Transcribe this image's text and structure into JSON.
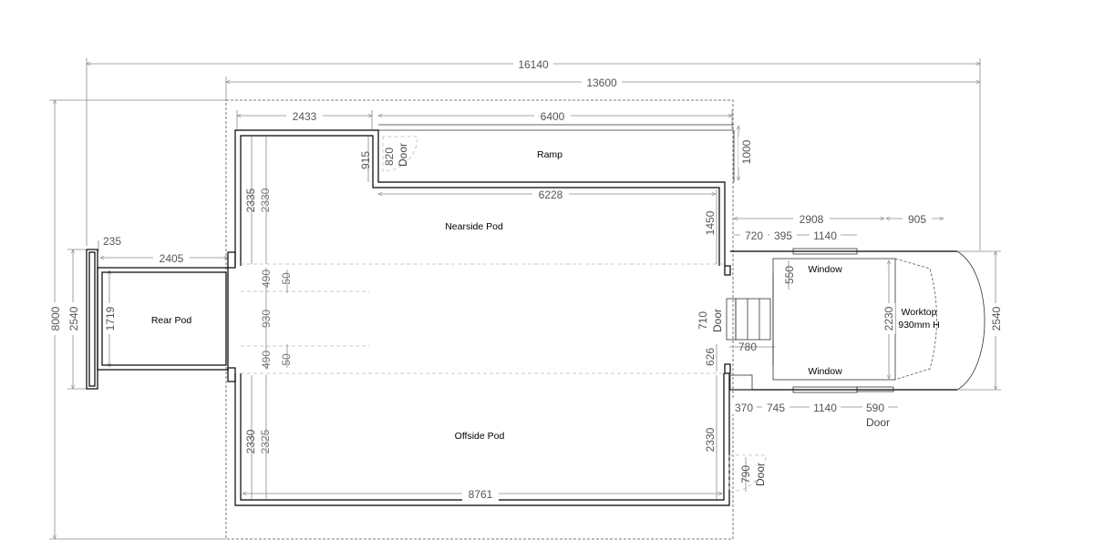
{
  "dimensions": {
    "overall_length": "16140",
    "body_length": "13600",
    "front_section": "2433",
    "ramp_length": "6400",
    "ramp_inner": "6228",
    "nearside_pod_width": "8761",
    "rear_pod_depth": "235",
    "rear_pod_length": "2405",
    "overall_width": "8000",
    "rear_pod_width": "2540",
    "rear_pod_inner": "1719",
    "ramp_width": "1000",
    "ramp_step": "915",
    "door_width_top": "820",
    "nearside_height_outer": "2335",
    "nearside_height_inner": "2330",
    "corridor_a": "490",
    "corridor_b": "50",
    "corridor_c": "930",
    "corridor_d": "490",
    "corridor_e": "50",
    "offside_height_outer": "2330",
    "offside_height_inner": "2325",
    "nearside_right": "1450",
    "mid_right": "626",
    "offside_right": "2330",
    "cab_door": "710",
    "cab_door_offset": "780",
    "cab_length": "2908",
    "nose_length": "905",
    "cab_720": "720",
    "cab_395": "395",
    "window_width_top": "1140",
    "window_drop": "550",
    "cab_inner_width": "2230",
    "cab_width": "2540",
    "cab_370": "370",
    "cab_745": "745",
    "window_width_bottom": "1140",
    "cab_door_width": "590",
    "side_door_width": "790"
  },
  "labels": {
    "ramp": "Ramp",
    "nearside_pod": "Nearside Pod",
    "offside_pod": "Offside Pod",
    "rear_pod": "Rear Pod",
    "window_top": "Window",
    "window_bottom": "Window",
    "worktop_line1": "Worktop",
    "worktop_line2": "930mm H",
    "door": "Door"
  }
}
